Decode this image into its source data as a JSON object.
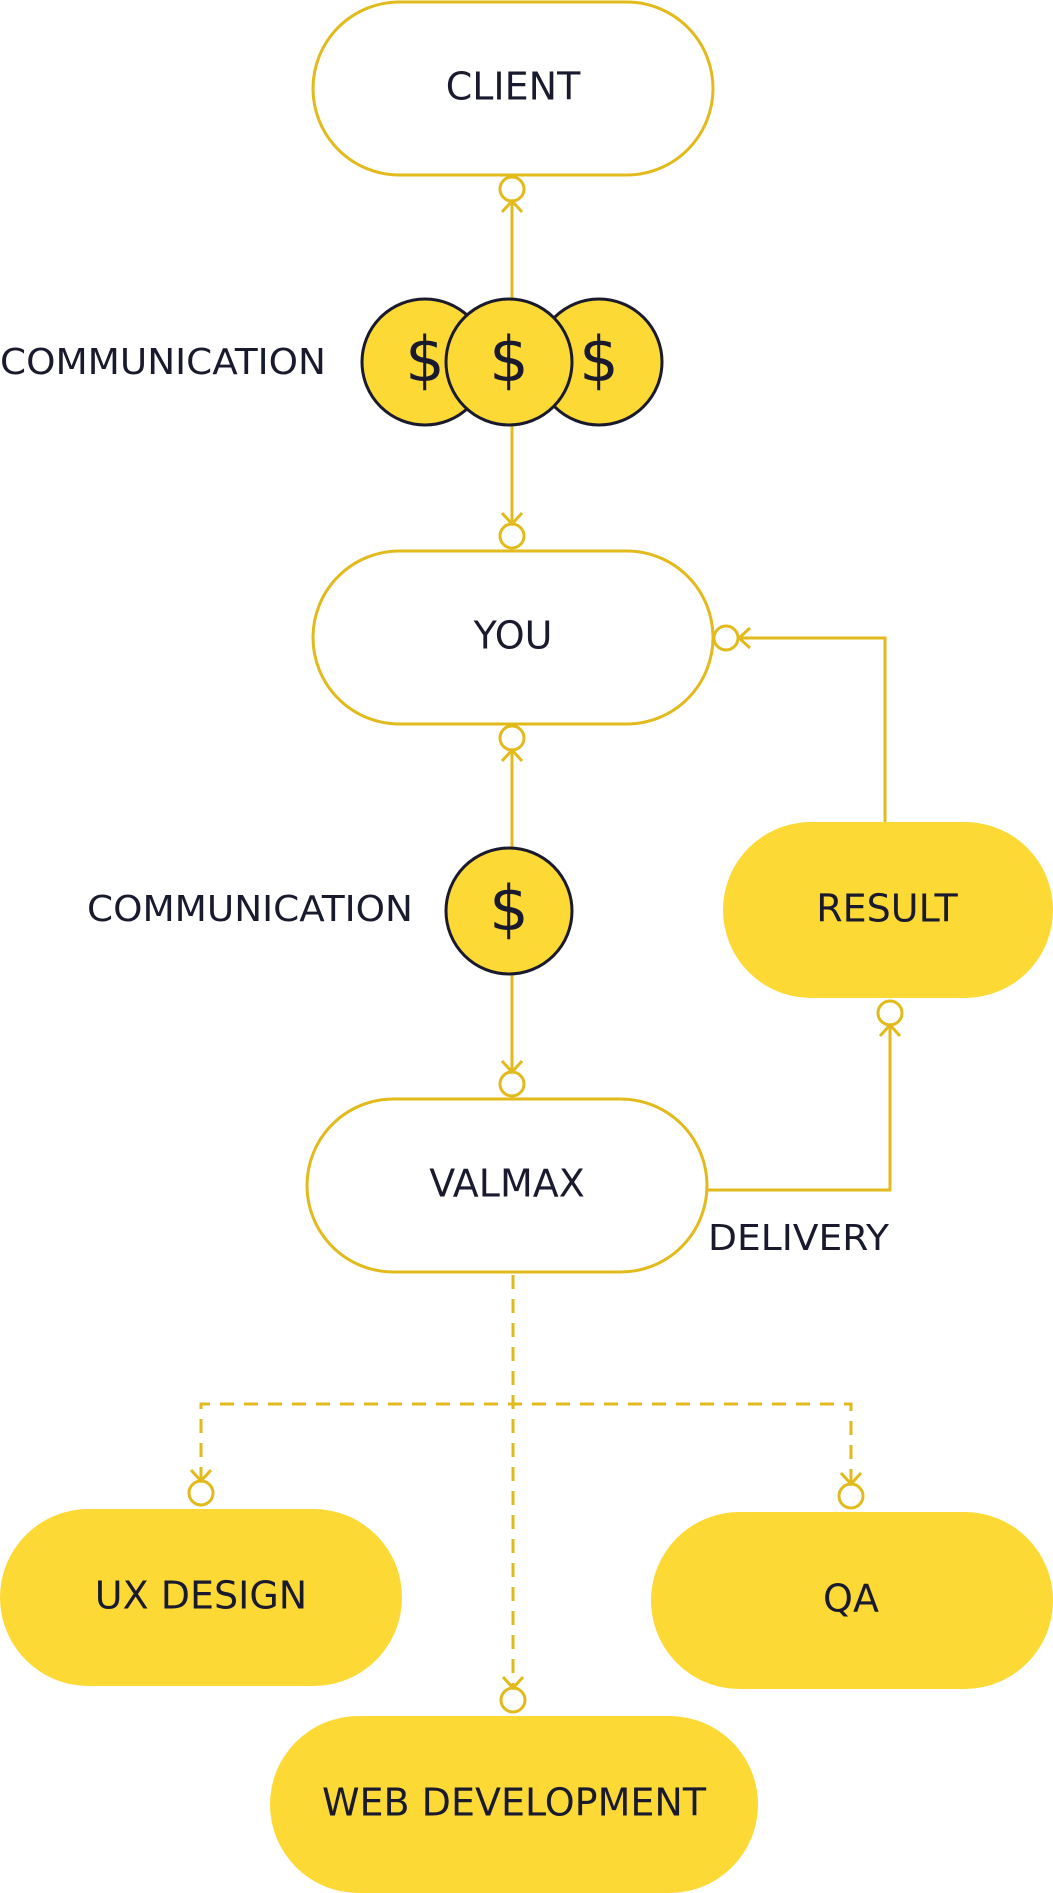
{
  "colors": {
    "accent": "#fcd935",
    "stroke": "#e2ba1c",
    "ink": "#1a1a2e",
    "background": "#ffffff"
  },
  "nodes": {
    "client": "CLIENT",
    "you": "YOU",
    "valmax": "VALMAX",
    "result": "RESULT",
    "ux_design": "UX DESIGN",
    "qa": "QA",
    "web_development": "WEB DEVELOPMENT"
  },
  "labels": {
    "communication_top": "COMMUNICATION",
    "communication_middle": "COMMUNICATION",
    "delivery": "DELIVERY"
  },
  "coins": {
    "symbol": "$",
    "top_count": 3,
    "middle_count": 1
  }
}
